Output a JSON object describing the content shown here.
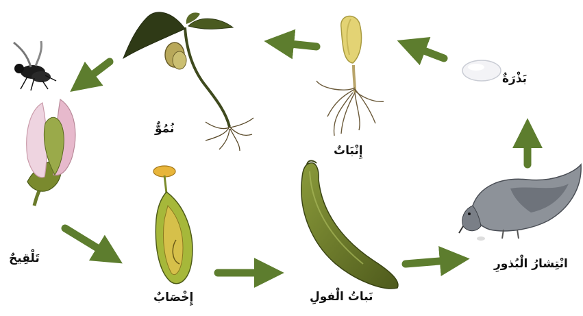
{
  "labels": {
    "seed": "بَذْرَةٌ",
    "germination": "إِنْبَاتٌ",
    "growth": "نُمُوٌّ",
    "pollination": "تَلْقِيحٌ",
    "fertilization": "إِخْصَابٌ",
    "bean_plant": "نَباتُ الْفولِ",
    "seed_dispersal": "انْتِشارُ الْبُذورِ"
  },
  "colors": {
    "arrow": "#5d7d2e",
    "pod": "#6f7d2c",
    "leaf": "#3f4a1e",
    "bird": "#8a8f96",
    "petal": "#e9c6d6"
  }
}
